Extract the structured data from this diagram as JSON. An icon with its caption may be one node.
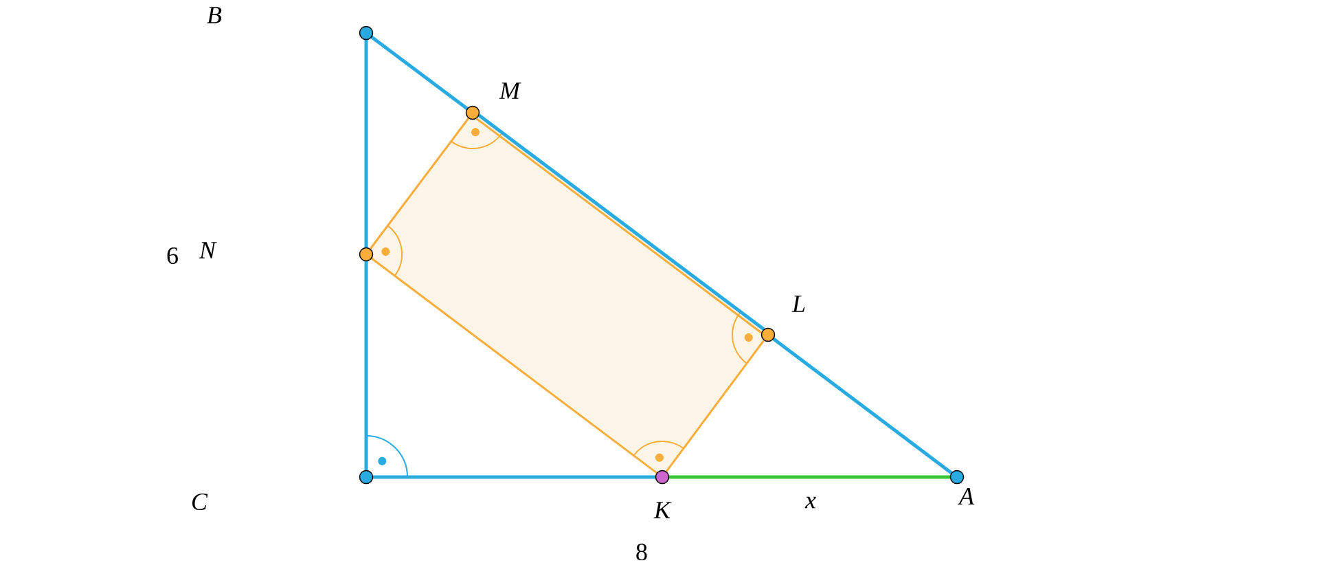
{
  "diagram": {
    "nodes": [
      {
        "text": [],
        "shape": "circle"
      },
      {
        "text": [],
        "shape": "circle"
      },
      {
        "text": [],
        "shape": "circle"
      },
      {
        "text": [],
        "shape": "circle"
      },
      {
        "text": [],
        "shape": "circle"
      },
      {
        "text": [],
        "shape": "circle"
      },
      {
        "text": [],
        "shape": "circle"
      }
    ],
    "edges": [
      {
        "from": 0,
        "to": 1,
        "arrow": "none"
      },
      {
        "from": 1,
        "to": 3,
        "arrow": "none"
      },
      {
        "from": 3,
        "to": 6,
        "arrow": "none"
      },
      {
        "from": 0,
        "to": 2,
        "arrow": "none"
      },
      {
        "from": 2,
        "to": 4,
        "arrow": "none"
      },
      {
        "from": 4,
        "to": 5,
        "arrow": "none"
      },
      {
        "from": 5,
        "to": 6,
        "arrow": "none",
        "color": "#39c634"
      },
      {
        "from": 1,
        "to": 3,
        "arrow": "none",
        "color": "#f9ae3b"
      },
      {
        "from": 1,
        "to": 2,
        "arrow": "none",
        "color": "#f9ae3b"
      },
      {
        "from": 2,
        "to": 5,
        "arrow": "none",
        "color": "#f9ae3b"
      },
      {
        "from": 5,
        "to": 3,
        "arrow": "none",
        "color": "#f9ae3b"
      }
    ],
    "labels": [
      "B",
      "M",
      "6",
      "N",
      "L",
      "C",
      "K",
      "x",
      "A",
      "8"
    ]
  }
}
